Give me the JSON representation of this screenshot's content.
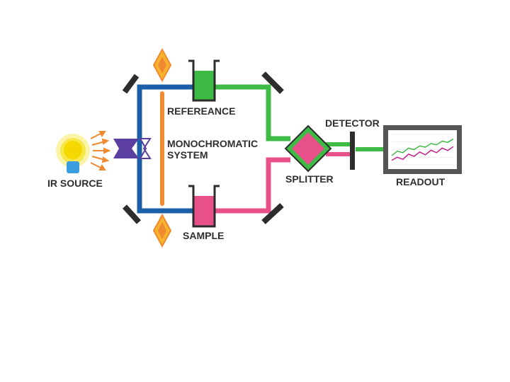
{
  "labels": {
    "ir_source": "IR SOURCE",
    "reference": "REFEREANCE",
    "monochromatic_line1": "MONOCHROMATIC",
    "monochromatic_line2": "SYSTEM",
    "sample": "SAMPLE",
    "splitter": "SPLITTER",
    "detector": "DETECTOR",
    "readout": "READOUT"
  },
  "colors": {
    "reference_beam": "#3dbb45",
    "sample_beam": "#e8508a",
    "source_beam": "#1b5fa8",
    "monochromator_bar": "#f08a30",
    "mirror": "#2d2d2d",
    "reference_cell": "#3dbb45",
    "sample_cell": "#e8508a",
    "splitter": "#e8508a",
    "bulb_glow": "#f7e84a",
    "bulb_base": "#3a9ee0",
    "prism": "#5b3fa0",
    "readout_frame": "#555555"
  },
  "icons": {
    "source": "light-bulb-icon",
    "rays": "light-ray-arrow-icon",
    "chopper": "chopper-icon",
    "flame": "diamond-flame-icon",
    "mirror": "mirror-icon",
    "cell": "beaker-icon",
    "splitter": "beam-splitter-icon",
    "detector": "detector-bar-icon",
    "monitor": "monitor-icon"
  },
  "readout_chart": {
    "type": "line",
    "series": [
      {
        "color": "#3dbb45",
        "values": [
          0.3,
          0.45,
          0.4,
          0.55,
          0.5,
          0.62,
          0.58,
          0.7,
          0.66,
          0.78,
          0.74,
          0.85
        ]
      },
      {
        "color": "#c0238a",
        "values": [
          0.15,
          0.25,
          0.18,
          0.35,
          0.28,
          0.42,
          0.33,
          0.48,
          0.4,
          0.55,
          0.47,
          0.6
        ]
      }
    ]
  }
}
